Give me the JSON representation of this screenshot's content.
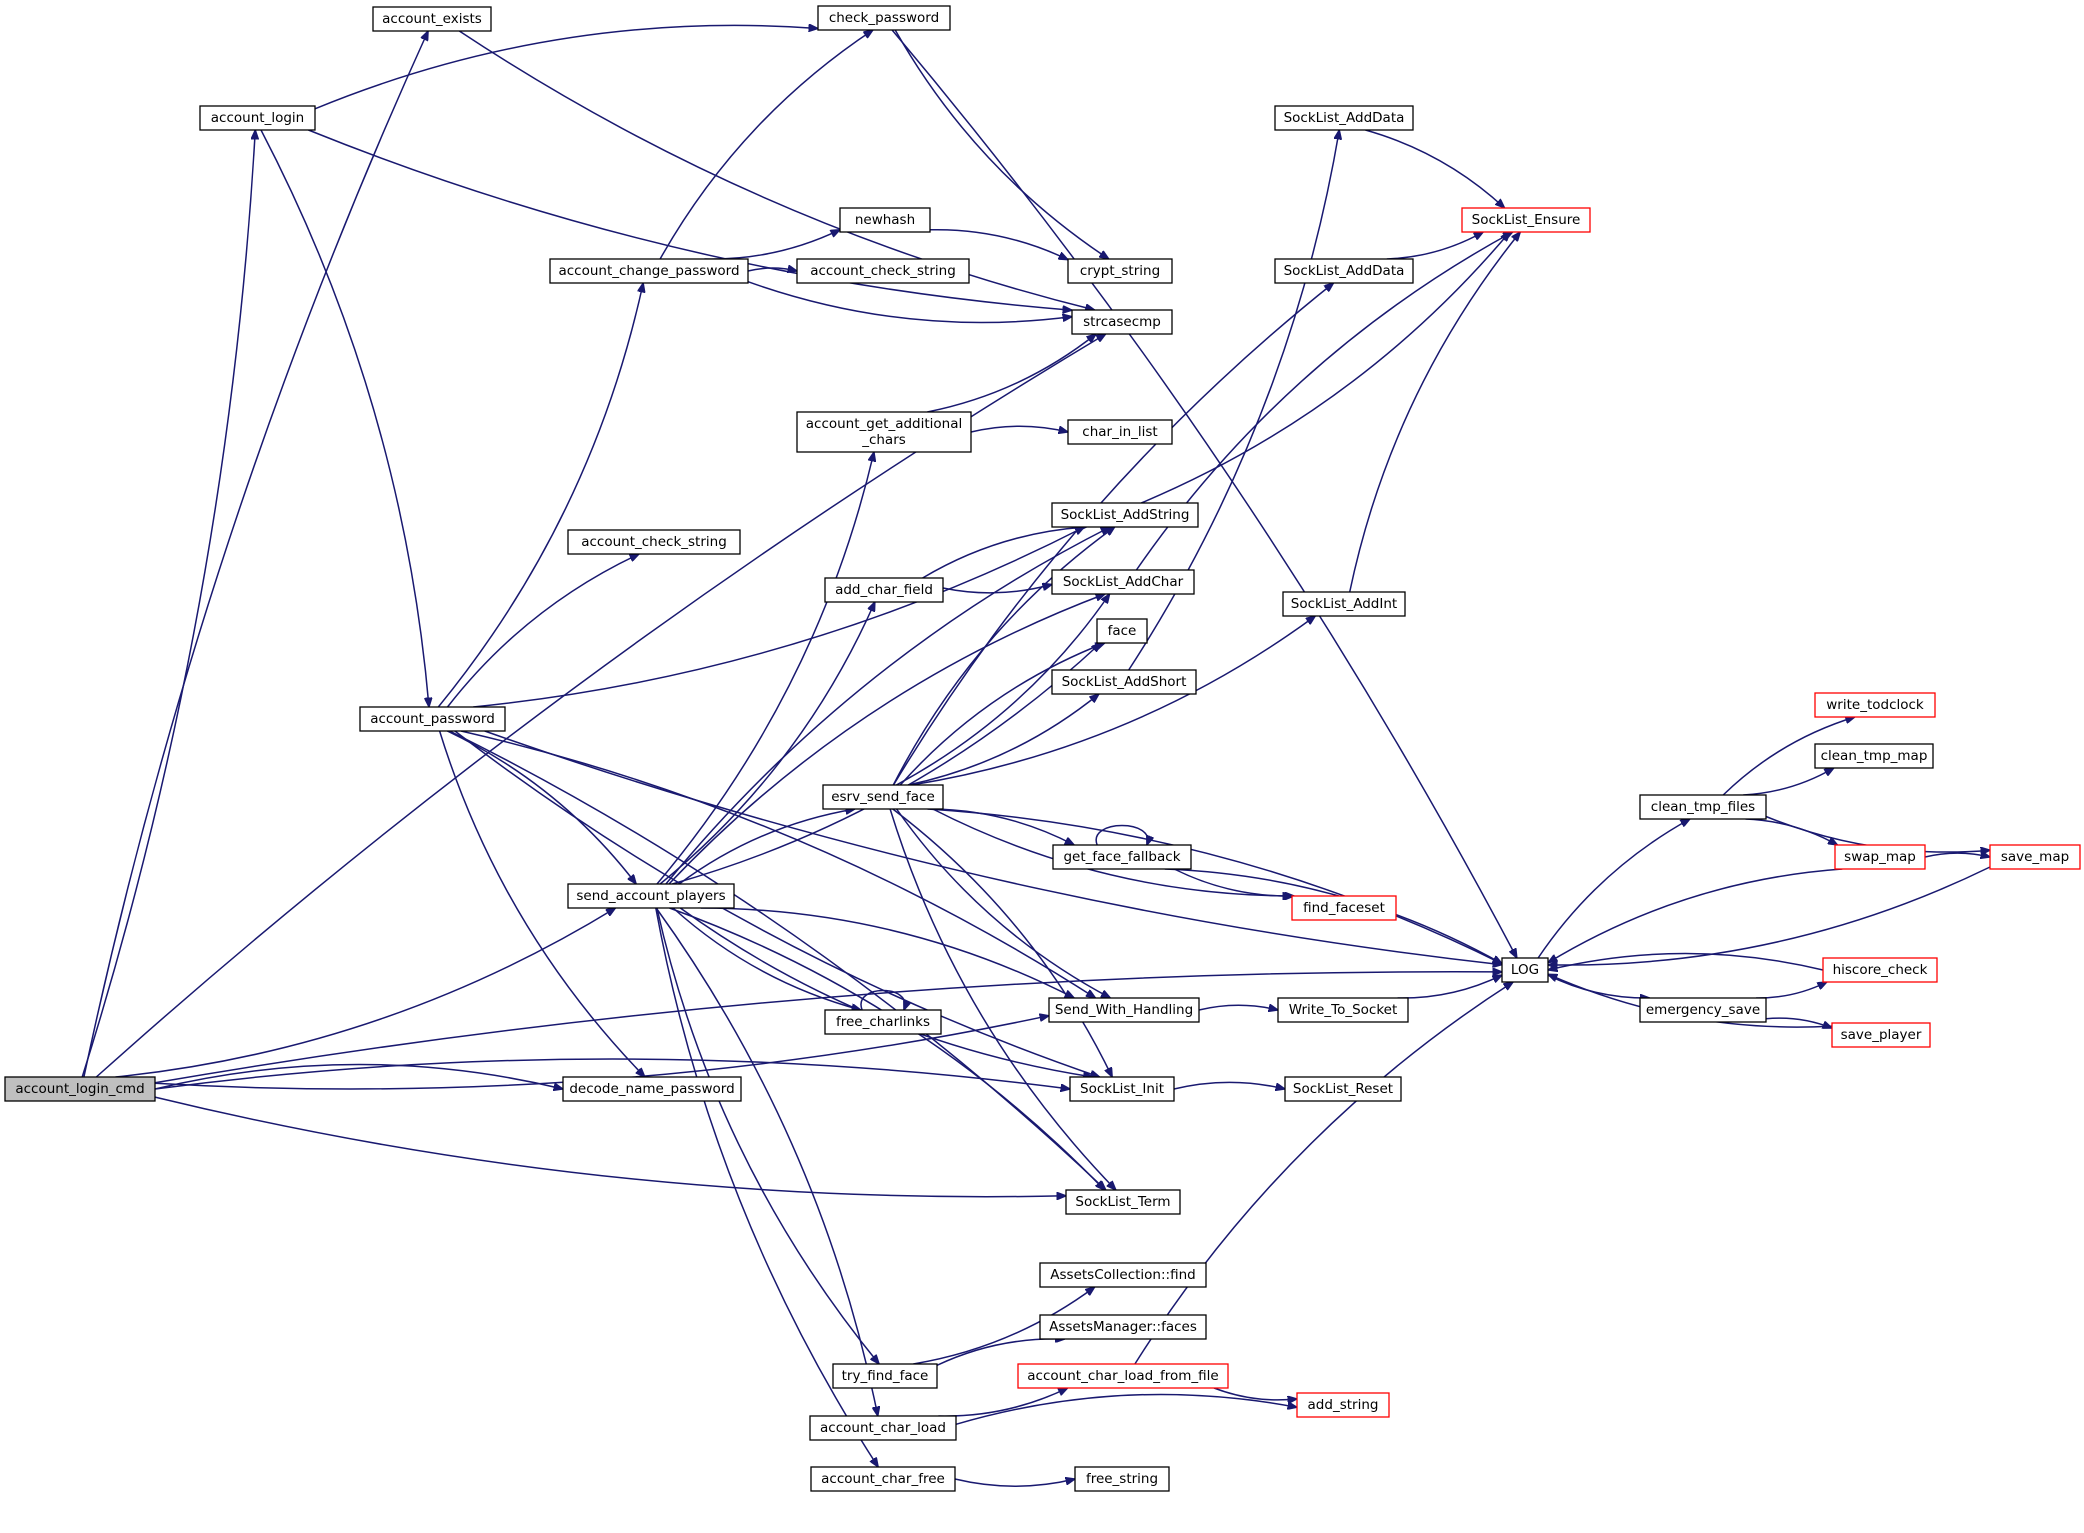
{
  "colors": {
    "edge": "#191970",
    "node_border": "#000000",
    "node_border_truncated": "#ff0000",
    "root_fill": "#bfbfbf",
    "node_fill": "#ffffff",
    "text": "#000000"
  },
  "nodes": [
    {
      "id": "account_login_cmd",
      "lines": [
        "account_login_cmd"
      ],
      "kind": "root"
    },
    {
      "id": "account_exists",
      "lines": [
        "account_exists"
      ],
      "kind": "normal"
    },
    {
      "id": "account_login",
      "lines": [
        "account_login"
      ],
      "kind": "normal"
    },
    {
      "id": "check_password",
      "lines": [
        "check_password"
      ],
      "kind": "normal"
    },
    {
      "id": "account_password",
      "lines": [
        "account_password"
      ],
      "kind": "normal"
    },
    {
      "id": "account_change_password",
      "lines": [
        "account_change_password"
      ],
      "kind": "normal"
    },
    {
      "id": "newhash",
      "lines": [
        "newhash"
      ],
      "kind": "normal"
    },
    {
      "id": "account_check_string_a",
      "lines": [
        "account_check_string"
      ],
      "kind": "normal"
    },
    {
      "id": "account_check_string_b",
      "lines": [
        "account_check_string"
      ],
      "kind": "normal"
    },
    {
      "id": "crypt_string",
      "lines": [
        "crypt_string"
      ],
      "kind": "normal"
    },
    {
      "id": "strcasecmp",
      "lines": [
        "strcasecmp"
      ],
      "kind": "normal"
    },
    {
      "id": "account_get_additional_chars",
      "lines": [
        "account_get_additional",
        "_chars"
      ],
      "kind": "normal"
    },
    {
      "id": "char_in_list",
      "lines": [
        "char_in_list"
      ],
      "kind": "normal"
    },
    {
      "id": "SockList_AddString",
      "lines": [
        "SockList_AddString"
      ],
      "kind": "normal"
    },
    {
      "id": "add_char_field",
      "lines": [
        "add_char_field"
      ],
      "kind": "normal"
    },
    {
      "id": "SockList_AddChar",
      "lines": [
        "SockList_AddChar"
      ],
      "kind": "normal"
    },
    {
      "id": "face",
      "lines": [
        "face"
      ],
      "kind": "normal"
    },
    {
      "id": "SockList_AddShort",
      "lines": [
        "SockList_AddShort"
      ],
      "kind": "normal"
    },
    {
      "id": "SockList_AddData_a",
      "lines": [
        "SockList_AddData"
      ],
      "kind": "normal"
    },
    {
      "id": "SockList_AddData_b",
      "lines": [
        "SockList_AddData"
      ],
      "kind": "normal"
    },
    {
      "id": "SockList_Ensure",
      "lines": [
        "SockList_Ensure"
      ],
      "kind": "truncated"
    },
    {
      "id": "SockList_AddInt",
      "lines": [
        "SockList_AddInt"
      ],
      "kind": "normal"
    },
    {
      "id": "send_account_players",
      "lines": [
        "send_account_players"
      ],
      "kind": "normal"
    },
    {
      "id": "esrv_send_face",
      "lines": [
        "esrv_send_face"
      ],
      "kind": "normal"
    },
    {
      "id": "get_face_fallback",
      "lines": [
        "get_face_fallback"
      ],
      "kind": "normal"
    },
    {
      "id": "find_faceset",
      "lines": [
        "find_faceset"
      ],
      "kind": "truncated"
    },
    {
      "id": "free_charlinks",
      "lines": [
        "free_charlinks"
      ],
      "kind": "normal"
    },
    {
      "id": "Send_With_Handling",
      "lines": [
        "Send_With_Handling"
      ],
      "kind": "normal"
    },
    {
      "id": "Write_To_Socket",
      "lines": [
        "Write_To_Socket"
      ],
      "kind": "normal"
    },
    {
      "id": "LOG",
      "lines": [
        "LOG"
      ],
      "kind": "normal"
    },
    {
      "id": "decode_name_password",
      "lines": [
        "decode_name_password"
      ],
      "kind": "normal"
    },
    {
      "id": "SockList_Init",
      "lines": [
        "SockList_Init"
      ],
      "kind": "normal"
    },
    {
      "id": "SockList_Reset",
      "lines": [
        "SockList_Reset"
      ],
      "kind": "normal"
    },
    {
      "id": "SockList_Term",
      "lines": [
        "SockList_Term"
      ],
      "kind": "normal"
    },
    {
      "id": "AssetsCollection_find",
      "lines": [
        "AssetsCollection::find"
      ],
      "kind": "normal"
    },
    {
      "id": "AssetsManager_faces",
      "lines": [
        "AssetsManager::faces"
      ],
      "kind": "normal"
    },
    {
      "id": "try_find_face",
      "lines": [
        "try_find_face"
      ],
      "kind": "normal"
    },
    {
      "id": "account_char_load_from_file",
      "lines": [
        "account_char_load_from_file"
      ],
      "kind": "truncated"
    },
    {
      "id": "add_string",
      "lines": [
        "add_string"
      ],
      "kind": "truncated"
    },
    {
      "id": "account_char_load",
      "lines": [
        "account_char_load"
      ],
      "kind": "normal"
    },
    {
      "id": "account_char_free",
      "lines": [
        "account_char_free"
      ],
      "kind": "normal"
    },
    {
      "id": "free_string",
      "lines": [
        "free_string"
      ],
      "kind": "normal"
    },
    {
      "id": "clean_tmp_files",
      "lines": [
        "clean_tmp_files"
      ],
      "kind": "normal"
    },
    {
      "id": "write_todclock",
      "lines": [
        "write_todclock"
      ],
      "kind": "truncated"
    },
    {
      "id": "clean_tmp_map",
      "lines": [
        "clean_tmp_map"
      ],
      "kind": "normal"
    },
    {
      "id": "swap_map",
      "lines": [
        "swap_map"
      ],
      "kind": "truncated"
    },
    {
      "id": "save_map",
      "lines": [
        "save_map"
      ],
      "kind": "truncated"
    },
    {
      "id": "hiscore_check",
      "lines": [
        "hiscore_check"
      ],
      "kind": "truncated"
    },
    {
      "id": "emergency_save",
      "lines": [
        "emergency_save"
      ],
      "kind": "normal"
    },
    {
      "id": "save_player",
      "lines": [
        "save_player"
      ],
      "kind": "truncated"
    }
  ],
  "edges": [
    {
      "from": "account_login_cmd",
      "to": "account_exists"
    },
    {
      "from": "account_login_cmd",
      "to": "account_login"
    },
    {
      "from": "account_login_cmd",
      "to": "strcasecmp"
    },
    {
      "from": "account_login_cmd",
      "to": "send_account_players"
    },
    {
      "from": "account_login_cmd",
      "to": "decode_name_password"
    },
    {
      "from": "account_login_cmd",
      "to": "Send_With_Handling"
    },
    {
      "from": "account_login_cmd",
      "to": "SockList_Init"
    },
    {
      "from": "account_login_cmd",
      "to": "SockList_Term"
    },
    {
      "from": "account_login_cmd",
      "to": "LOG"
    },
    {
      "from": "account_exists",
      "to": "strcasecmp"
    },
    {
      "from": "account_login",
      "to": "check_password"
    },
    {
      "from": "account_login",
      "to": "strcasecmp"
    },
    {
      "from": "account_login",
      "to": "account_password"
    },
    {
      "from": "check_password",
      "to": "crypt_string"
    },
    {
      "from": "check_password",
      "to": "LOG"
    },
    {
      "from": "account_password",
      "to": "account_change_password"
    },
    {
      "from": "account_password",
      "to": "account_check_string_b"
    },
    {
      "from": "account_password",
      "to": "SockList_AddString"
    },
    {
      "from": "account_password",
      "to": "send_account_players"
    },
    {
      "from": "account_password",
      "to": "decode_name_password"
    },
    {
      "from": "account_password",
      "to": "Send_With_Handling"
    },
    {
      "from": "account_password",
      "to": "SockList_Init"
    },
    {
      "from": "account_password",
      "to": "SockList_Term"
    },
    {
      "from": "account_password",
      "to": "LOG"
    },
    {
      "from": "account_change_password",
      "to": "check_password"
    },
    {
      "from": "account_change_password",
      "to": "newhash"
    },
    {
      "from": "account_change_password",
      "to": "account_check_string_a"
    },
    {
      "from": "account_change_password",
      "to": "strcasecmp"
    },
    {
      "from": "newhash",
      "to": "crypt_string"
    },
    {
      "from": "account_get_additional_chars",
      "to": "strcasecmp"
    },
    {
      "from": "account_get_additional_chars",
      "to": "char_in_list"
    },
    {
      "from": "SockList_AddString",
      "to": "SockList_Ensure"
    },
    {
      "from": "add_char_field",
      "to": "SockList_AddString"
    },
    {
      "from": "add_char_field",
      "to": "SockList_AddChar"
    },
    {
      "from": "SockList_AddChar",
      "to": "SockList_Ensure"
    },
    {
      "from": "SockList_AddShort",
      "to": "SockList_AddData_a"
    },
    {
      "from": "SockList_AddData_a",
      "to": "SockList_Ensure"
    },
    {
      "from": "SockList_AddData_b",
      "to": "SockList_Ensure"
    },
    {
      "from": "SockList_AddInt",
      "to": "SockList_Ensure"
    },
    {
      "from": "send_account_players",
      "to": "account_get_additional_chars"
    },
    {
      "from": "send_account_players",
      "to": "SockList_AddString"
    },
    {
      "from": "send_account_players",
      "to": "add_char_field"
    },
    {
      "from": "send_account_players",
      "to": "SockList_AddChar"
    },
    {
      "from": "send_account_players",
      "to": "face"
    },
    {
      "from": "send_account_players",
      "to": "esrv_send_face"
    },
    {
      "from": "send_account_players",
      "to": "free_charlinks"
    },
    {
      "from": "send_account_players",
      "to": "Send_With_Handling"
    },
    {
      "from": "send_account_players",
      "to": "SockList_Init"
    },
    {
      "from": "send_account_players",
      "to": "SockList_Term"
    },
    {
      "from": "send_account_players",
      "to": "try_find_face"
    },
    {
      "from": "send_account_players",
      "to": "account_char_load"
    },
    {
      "from": "send_account_players",
      "to": "account_char_free"
    },
    {
      "from": "esrv_send_face",
      "to": "SockList_AddString"
    },
    {
      "from": "esrv_send_face",
      "to": "SockList_AddChar"
    },
    {
      "from": "esrv_send_face",
      "to": "face"
    },
    {
      "from": "esrv_send_face",
      "to": "SockList_AddShort"
    },
    {
      "from": "esrv_send_face",
      "to": "SockList_AddData_b"
    },
    {
      "from": "esrv_send_face",
      "to": "SockList_AddInt"
    },
    {
      "from": "esrv_send_face",
      "to": "get_face_fallback"
    },
    {
      "from": "esrv_send_face",
      "to": "find_faceset"
    },
    {
      "from": "esrv_send_face",
      "to": "LOG"
    },
    {
      "from": "esrv_send_face",
      "to": "Send_With_Handling"
    },
    {
      "from": "esrv_send_face",
      "to": "SockList_Init"
    },
    {
      "from": "esrv_send_face",
      "to": "SockList_Term"
    },
    {
      "from": "get_face_fallback",
      "to": "get_face_fallback"
    },
    {
      "from": "get_face_fallback",
      "to": "find_faceset"
    },
    {
      "from": "get_face_fallback",
      "to": "LOG"
    },
    {
      "from": "free_charlinks",
      "to": "free_charlinks"
    },
    {
      "from": "Send_With_Handling",
      "to": "Write_To_Socket"
    },
    {
      "from": "Write_To_Socket",
      "to": "LOG"
    },
    {
      "from": "SockList_Init",
      "to": "SockList_Reset"
    },
    {
      "from": "try_find_face",
      "to": "AssetsCollection_find"
    },
    {
      "from": "try_find_face",
      "to": "AssetsManager_faces"
    },
    {
      "from": "account_char_load",
      "to": "account_char_load_from_file"
    },
    {
      "from": "account_char_load",
      "to": "add_string"
    },
    {
      "from": "account_char_load_from_file",
      "to": "add_string"
    },
    {
      "from": "account_char_load_from_file",
      "to": "LOG"
    },
    {
      "from": "account_char_free",
      "to": "free_string"
    },
    {
      "from": "LOG",
      "to": "clean_tmp_files"
    },
    {
      "from": "LOG",
      "to": "emergency_save"
    },
    {
      "from": "clean_tmp_files",
      "to": "write_todclock"
    },
    {
      "from": "clean_tmp_files",
      "to": "clean_tmp_map"
    },
    {
      "from": "clean_tmp_files",
      "to": "swap_map"
    },
    {
      "from": "clean_tmp_files",
      "to": "save_map"
    },
    {
      "from": "swap_map",
      "to": "save_map"
    },
    {
      "from": "swap_map",
      "to": "LOG"
    },
    {
      "from": "save_map",
      "to": "LOG"
    },
    {
      "from": "emergency_save",
      "to": "hiscore_check"
    },
    {
      "from": "emergency_save",
      "to": "save_player"
    },
    {
      "from": "hiscore_check",
      "to": "LOG"
    },
    {
      "from": "save_player",
      "to": "LOG"
    }
  ]
}
